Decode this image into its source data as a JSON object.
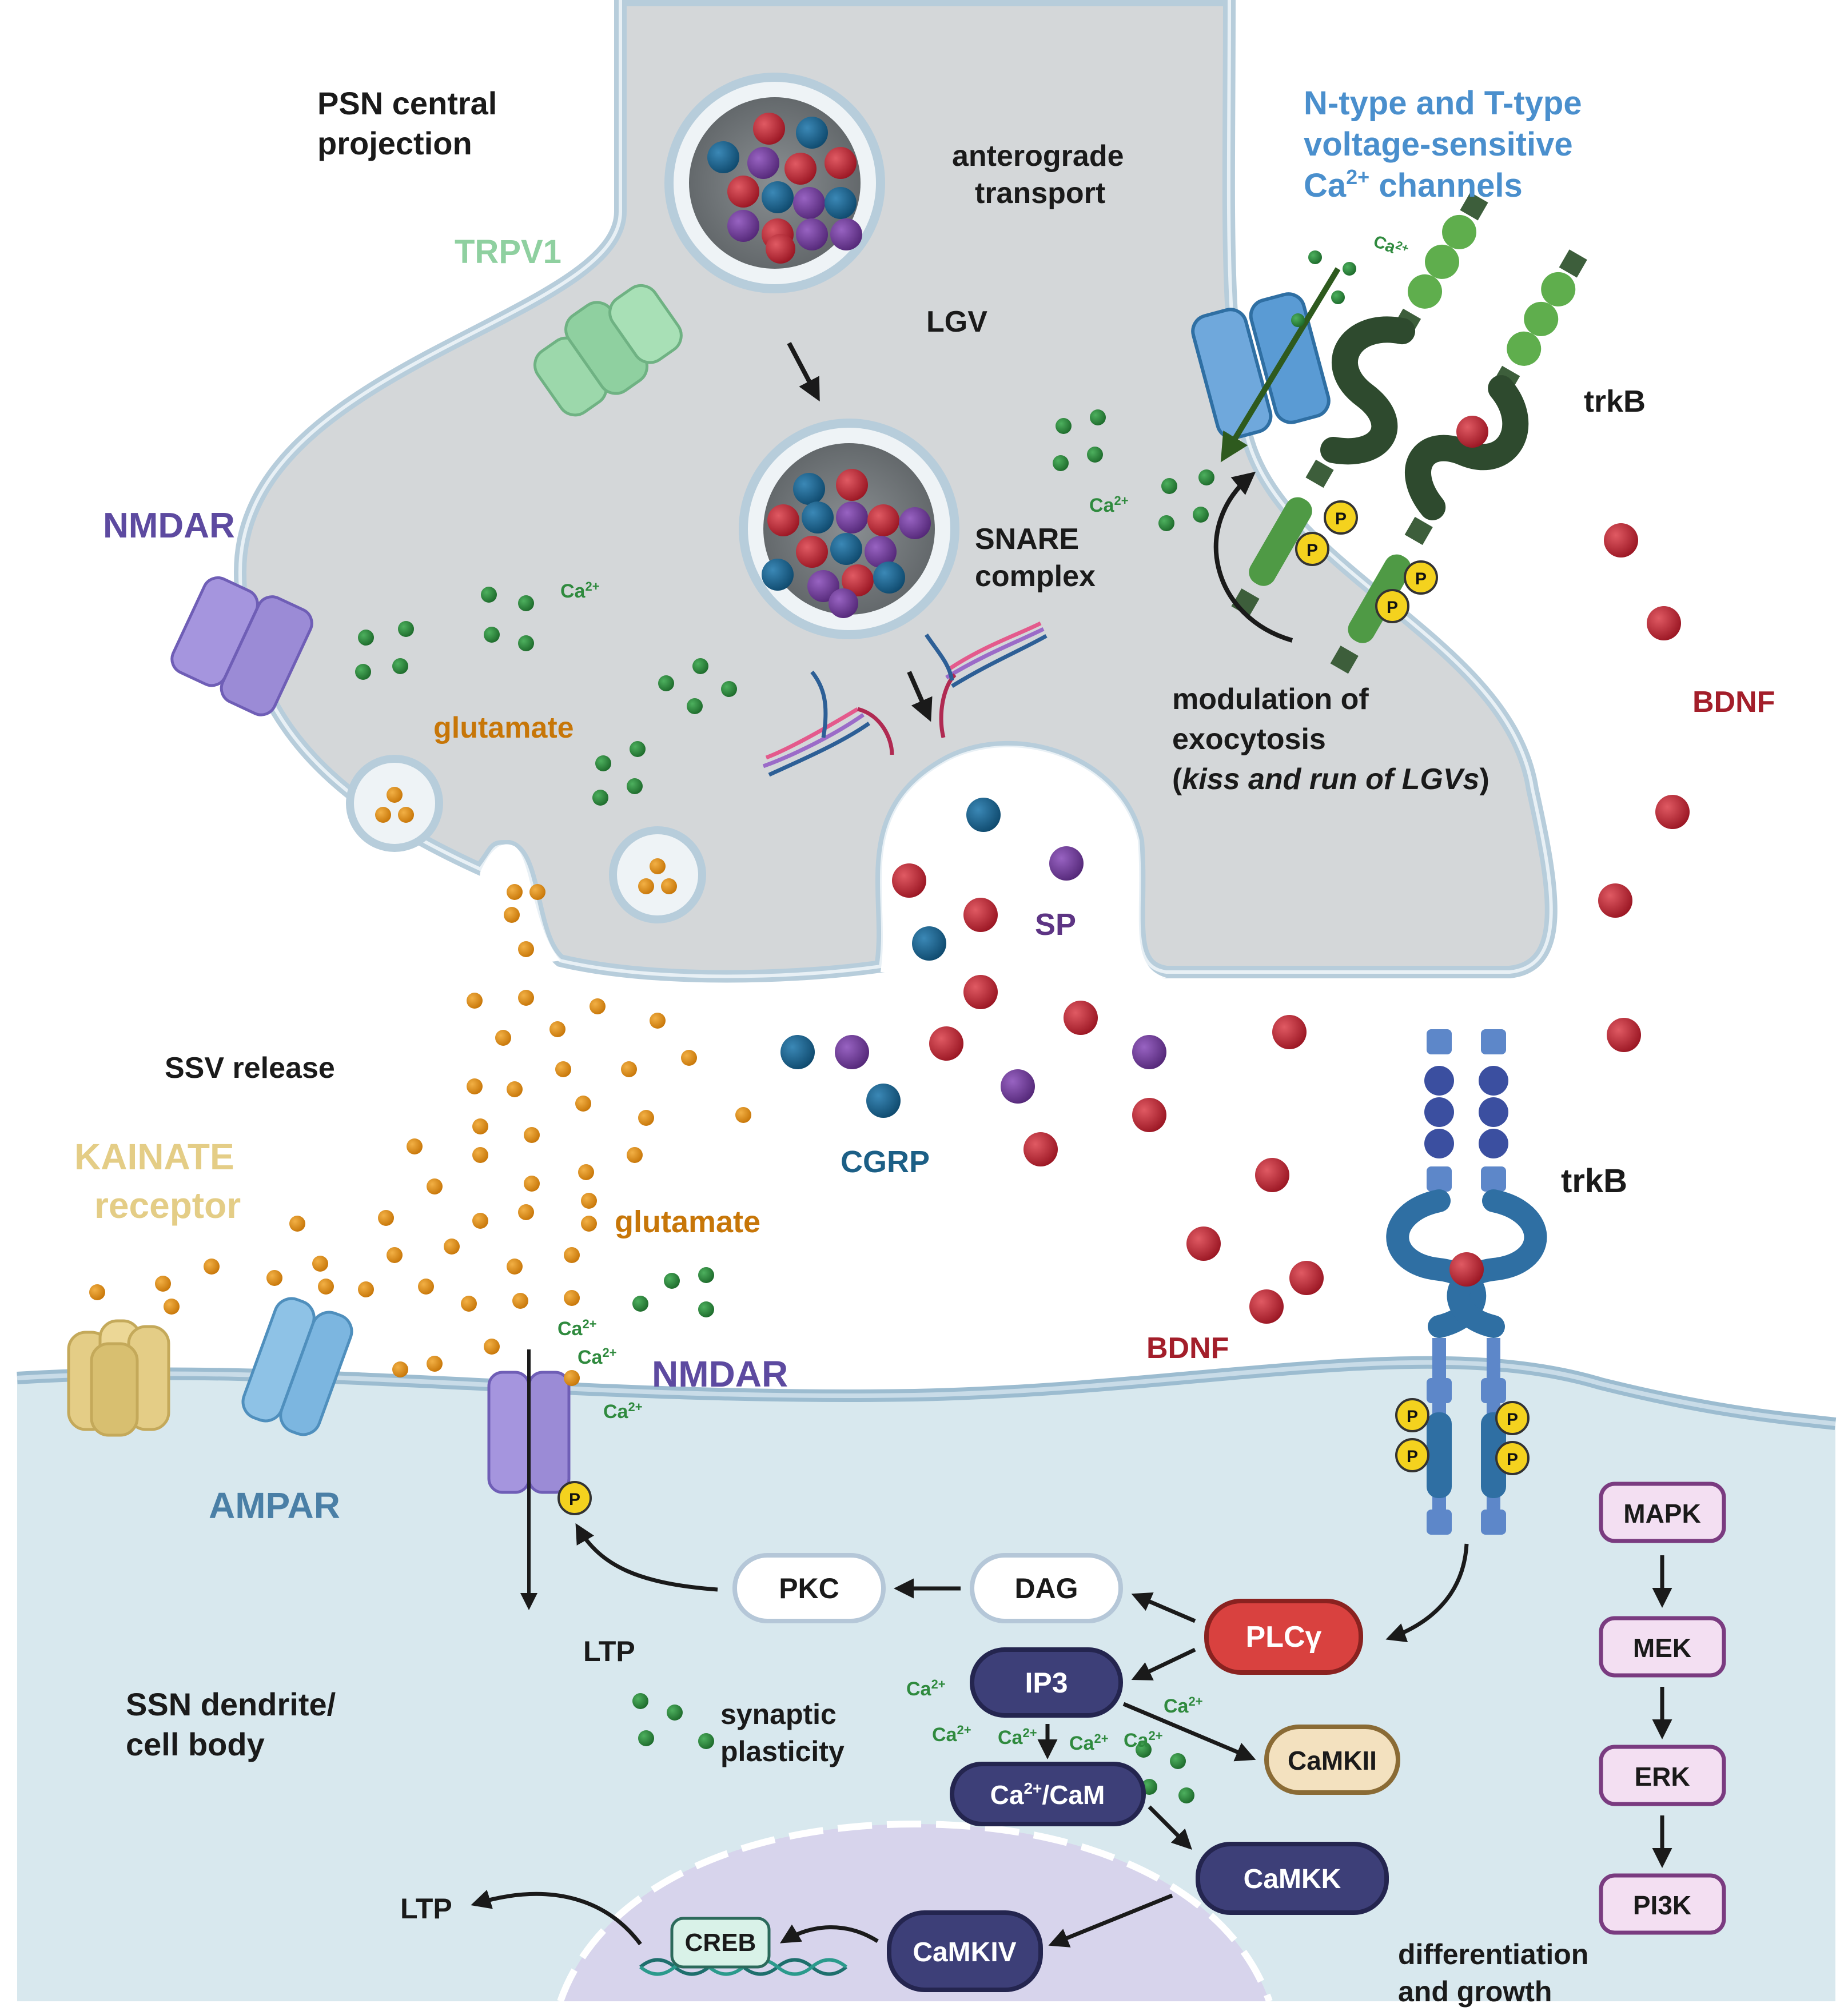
{
  "labels": {
    "psn_line1": "PSN central",
    "psn_line2": "projection",
    "trpv1": "TRPV1",
    "nmdar_top": "NMDAR",
    "anterograde_line1": "anterograde",
    "anterograde_line2": "transport",
    "lgv": "LGV",
    "snare_line1": "SNARE",
    "snare_line2": "complex",
    "channels_line1": "N-type and T-type",
    "channels_line2": "voltage-sensitive",
    "channels_line3_prefix": "Ca",
    "channels_line3_sup": "2+",
    "channels_line3_suffix": " channels",
    "trkb_top": "trkB",
    "modulation_line1": "modulation of",
    "modulation_line2": "exocytosis",
    "modulation_line3_open": "(",
    "modulation_line3_italic": "kiss and run of LGVs",
    "modulation_line3_close": ")",
    "glutamate_top": "glutamate",
    "bdnf_right": "BDNF",
    "sp": "SP",
    "cgrp": "CGRP",
    "ssv_release": "SSV release",
    "kainate_line1": "KAINATE",
    "kainate_line2": "receptor",
    "glutamate_mid": "glutamate",
    "trkb_bottom": "trkB",
    "bdnf_bottom": "BDNF",
    "nmdar_bottom": "NMDAR",
    "ampar": "AMPAR",
    "ltp_mid": "LTP",
    "ssn_line1": "SSN dendrite/",
    "ssn_line2": "cell body",
    "synaptic_line1": "synaptic",
    "synaptic_line2": "plasticity",
    "ltp_bottom": "LTP",
    "creb": "CREB",
    "differentiation_line1": "differentiation",
    "differentiation_line2": "and growth",
    "ca_base": "Ca",
    "ca_sup": "2+",
    "phospho": "P"
  },
  "nodes": {
    "pkc": "PKC",
    "dag": "DAG",
    "plcg": "PLCγ",
    "ip3": "IP3",
    "camkii": "CaMKII",
    "cacam_prefix": "Ca",
    "cacam_sup": "2+",
    "cacam_suffix": "/CaM",
    "camkk": "CaMKK",
    "camkiv": "CaMKIV",
    "mapk": "MAPK",
    "mek": "MEK",
    "erk": "ERK",
    "pi3k": "PI3K"
  },
  "colors": {
    "presynaptic_fill": "#d4d7d9",
    "membrane": "#b6cddc",
    "postsynaptic_fill": "#d8e8ee",
    "green_ca": "#2f8a3e",
    "glutamate": "#dd8c12",
    "bdnf": "#b3202c",
    "cgrp": "#1c5f86",
    "sp": "#6e3a96",
    "navy_node": "#3d3f78",
    "plcg_red": "#d9413f",
    "camkii_orange": "#e0ae6a",
    "mapk_purple": "#f3dff2",
    "trpv1": "#8fd0a0",
    "nmdar": "#9b8bd6",
    "ampar": "#7cb6e0",
    "kainate": "#e4cd86",
    "trkb_blue": "#2f6fa3",
    "trkb_dark_green": "#2e4a2e"
  }
}
